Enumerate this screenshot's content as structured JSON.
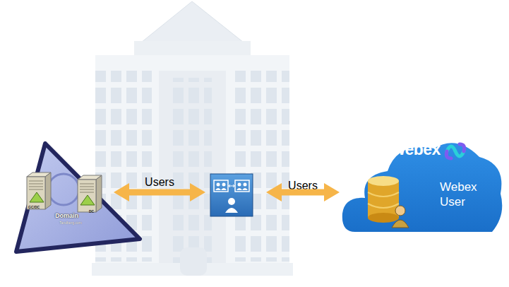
{
  "diagram": {
    "nodes": [
      {
        "text": [
          "GC/DC",
          "DC",
          "Domain",
          "Tandberg.com"
        ]
      },
      {
        "text": []
      },
      {
        "text": [
          "webex",
          "Webex User"
        ]
      }
    ],
    "edges": [
      {
        "from": 0,
        "to": 1,
        "label": "Users",
        "arrow": "both"
      },
      {
        "from": 1,
        "to": 2,
        "label": "Users",
        "arrow": "both"
      }
    ]
  }
}
